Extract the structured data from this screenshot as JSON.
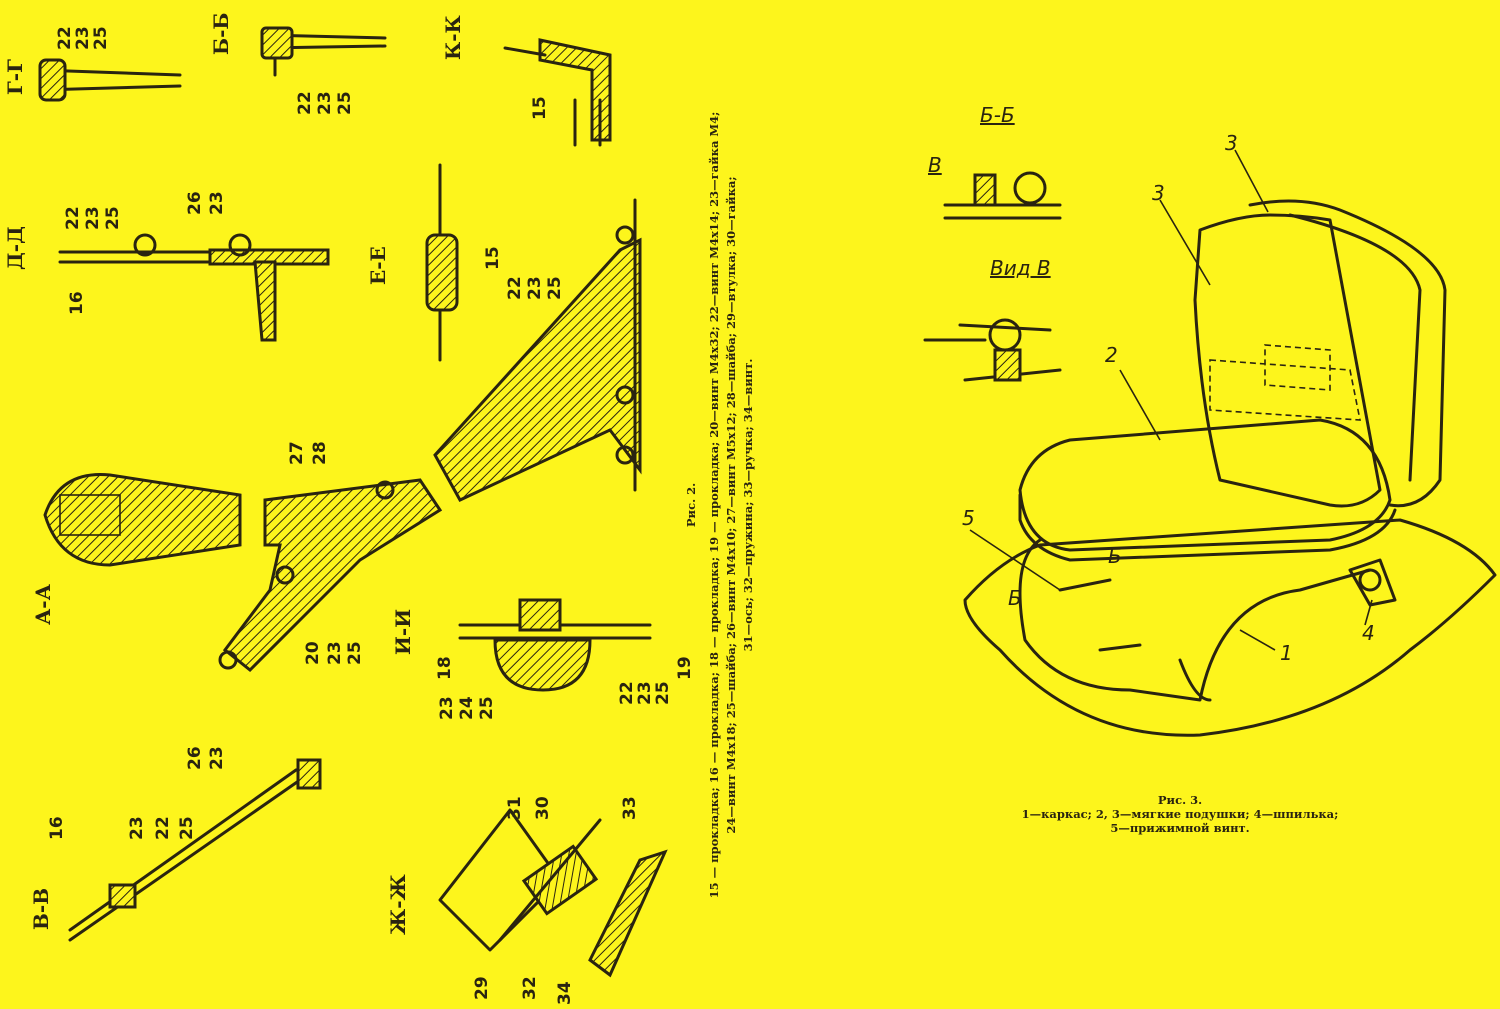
{
  "left_page": {
    "sections": [
      "Г-Г",
      "Б-Б",
      "К-К",
      "Д-Д",
      "Е-Е",
      "А-А",
      "И-И",
      "В-В",
      "Ж-Ж"
    ],
    "part_numbers": {
      "gg": [
        "22",
        "23",
        "25"
      ],
      "bb": [
        "22",
        "23",
        "25"
      ],
      "kk": [
        "15"
      ],
      "dd_a": [
        "22",
        "23",
        "25"
      ],
      "dd_b": [
        "26",
        "23"
      ],
      "dd_c": [
        "16"
      ],
      "ee": [
        "15"
      ],
      "arm_top": [
        "22",
        "23",
        "25"
      ],
      "arm_mid": [
        "27",
        "28"
      ],
      "arm_low": [
        "20",
        "23",
        "25"
      ],
      "ii_a": [
        "18"
      ],
      "ii_b": [
        "23",
        "24",
        "25"
      ],
      "ii_c": [
        "22",
        "23",
        "25"
      ],
      "ii_d": [
        "19"
      ],
      "vv_a": [
        "26",
        "23"
      ],
      "vv_b": [
        "16"
      ],
      "vv_c": [
        "23",
        "22",
        "25"
      ],
      "zhzh": [
        "31",
        "30",
        "33",
        "29",
        "32",
        "34"
      ]
    },
    "figure_title": "Рис. 2.",
    "caption_line1": "15 — прокладка; 16 — прокладка; 18 — прокладка; 19 — прокладка; 20—винт М4х32; 22—винт М4х14; 23—гайка М4;",
    "caption_line2": "24—винт М4х18; 25—шайба; 26—винт М4х10; 27—винт М5х12; 28—шайба; 29—втулка; 30—гайка;",
    "caption_line3": "31—ось; 32—пружина; 33—ручка; 34—винт."
  },
  "right_page": {
    "section_bb": "Б-Б",
    "view_b_letter": "В",
    "view_b": "Вид В",
    "labels": [
      "1",
      "2",
      "3",
      "3",
      "4",
      "5",
      "Б",
      "Б"
    ],
    "figure_title": "Рис. 3.",
    "caption_line1": "1—каркас; 2, 3—мягкие подушки; 4—шпилька;",
    "caption_line2": "5—прижимной винт."
  }
}
